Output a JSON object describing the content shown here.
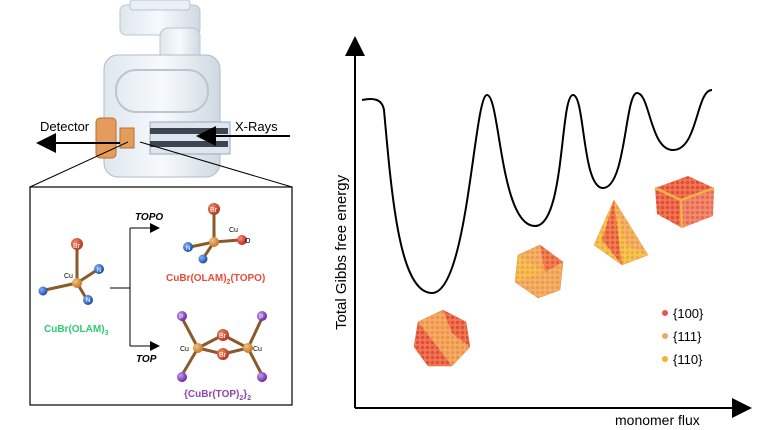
{
  "setup": {
    "detector_label": "Detector",
    "xrays_label": "X-Rays"
  },
  "reaction": {
    "reactant": {
      "formula_main": "CuBr(OLAM)",
      "formula_sub": "3",
      "color": "#2ecc71"
    },
    "path_top": {
      "ligand": "TOPO",
      "product_main": "CuBr(OLAM)",
      "product_sub": "2",
      "product_tail": "(TOPO)",
      "color": "#e74c3c"
    },
    "path_bottom": {
      "ligand": "TOP",
      "product_open": "{CuBr(TOP)",
      "product_sub1": "2",
      "product_close": "}",
      "product_sub2": "2",
      "color": "#8e44ad"
    },
    "atoms": {
      "br": "Br",
      "cu": "Cu",
      "n": "N",
      "o": "O",
      "p": "P"
    }
  },
  "energy_plot": {
    "y_axis_label": "Total Gibbs free energy",
    "x_axis_label": "monomer flux",
    "legend": [
      {
        "label": "{100}",
        "color": "#e8584f"
      },
      {
        "label": "{111}",
        "color": "#f3a95b"
      },
      {
        "label": "{110}",
        "color": "#f0b429"
      }
    ]
  }
}
